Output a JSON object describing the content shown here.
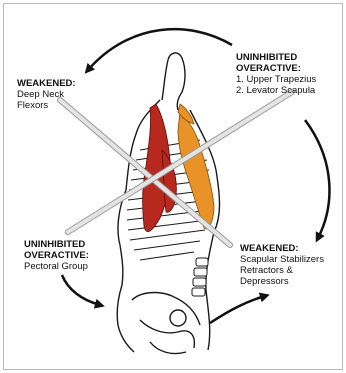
{
  "labels": {
    "top_left": {
      "heading": "WEAKENED:",
      "line1": "Deep Neck",
      "line2": "Flexors"
    },
    "top_right": {
      "heading1": "UNINHIBITED",
      "heading2": "OVERACTIVE:",
      "line1": "1. Upper Trapezius",
      "line2": "2. Levator Scapula"
    },
    "bottom_left": {
      "heading1": "UNINHIBITED",
      "heading2": "OVERACTIVE:",
      "line1": "Pectoral Group"
    },
    "bottom_right": {
      "heading": "WEAKENED:",
      "line1": "Scapular Stabilizers",
      "line2": "Retractors &",
      "line3": "Depressors"
    }
  },
  "colors": {
    "pectoral_muscle": "#b7281f",
    "trapezius_muscle": "#e89227",
    "outline": "#1a1a1a",
    "cross_bar": "#c9c9c9"
  }
}
